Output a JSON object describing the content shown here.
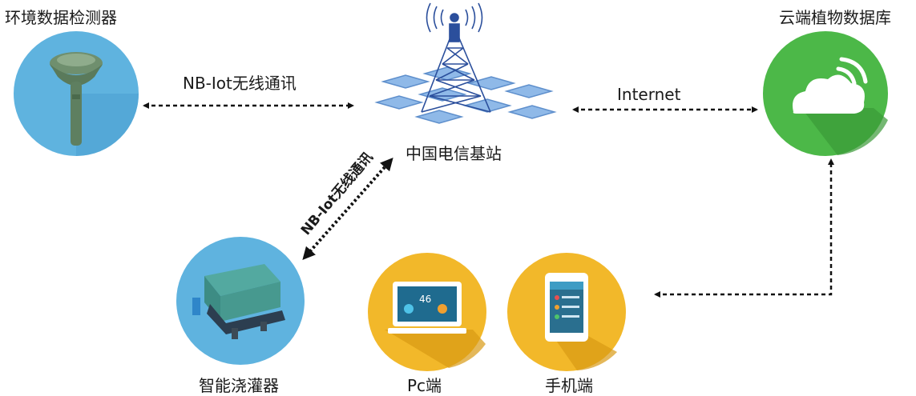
{
  "nodes": {
    "sensor": {
      "label": "环境数据检测器"
    },
    "tower": {
      "label": "中国电信基站"
    },
    "cloud": {
      "label": "云端植物数据库"
    },
    "irrigator": {
      "label": "智能浇灌器"
    },
    "pc": {
      "label": "Pc端",
      "screen_value": "46"
    },
    "phone": {
      "label": "手机端"
    }
  },
  "links": {
    "sensor_tower": "NB-Iot无线通讯",
    "tower_cloud": "Internet",
    "tower_irrigator": "NB-Iot无线通讯"
  },
  "colors": {
    "sensor_circle": "#5fb3df",
    "cloud_circle": "#4cb848",
    "device_circle": "#f2b82a",
    "arrow": "#111111",
    "tower_tiles": "#8fb9e8"
  },
  "icons": {
    "sensor": "soil-sensor-icon",
    "tower": "cell-tower-icon",
    "cloud": "cloud-signal-icon",
    "irrigator": "irrigation-controller-icon",
    "pc": "monitor-icon",
    "phone": "smartphone-icon"
  }
}
